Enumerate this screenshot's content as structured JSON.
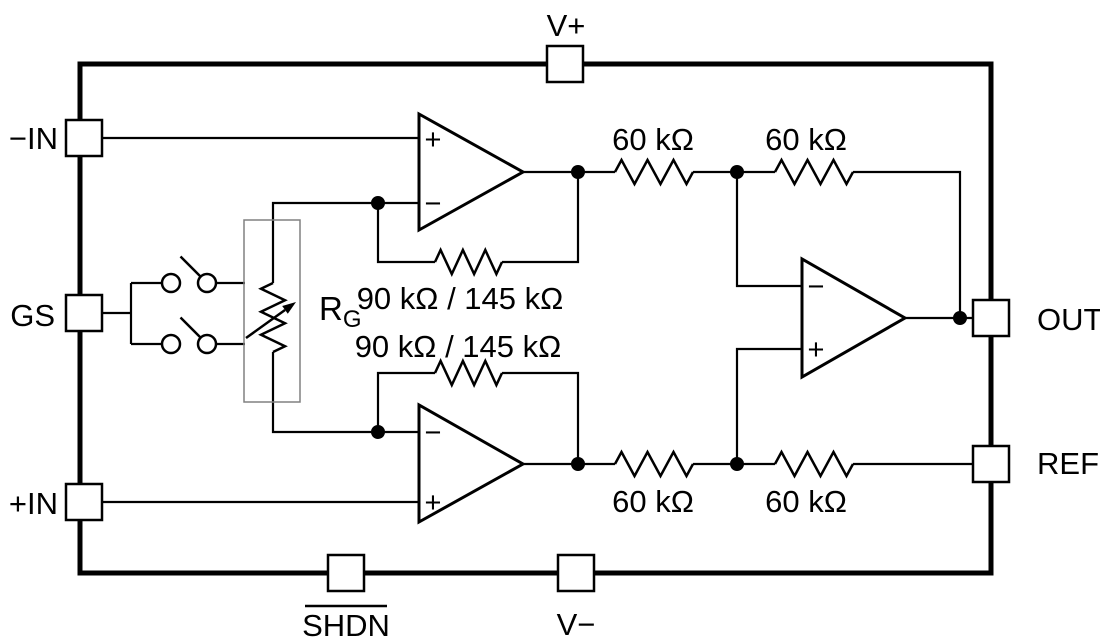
{
  "diagram": {
    "description": "Instrumentation amplifier internal block diagram with three op amps, gain-select switches and RG network",
    "pins": {
      "vplus": "V+",
      "neg_in": "−IN",
      "gs": "GS",
      "pos_in": "+IN",
      "shdn": "SHDN",
      "vminus": "V−",
      "out": "OUT",
      "ref": "REF"
    },
    "resistors": {
      "r60_top_1": "60 kΩ",
      "r60_top_2": "60 kΩ",
      "r60_bottom_1": "60 kΩ",
      "r60_bottom_2": "60 kΩ",
      "rfb_top": "90 kΩ / 145 kΩ",
      "rfb_bottom": "90 kΩ / 145 kΩ",
      "rg_symbol": "R",
      "rg_subscript": "G"
    },
    "opamps": {
      "a1_top_sign": "+",
      "a1_bottom_sign": "−",
      "a2_top_sign": "−",
      "a2_bottom_sign": "+",
      "a3_top_sign": "−",
      "a3_bottom_sign": "+"
    },
    "colors": {
      "line": "#000000",
      "background": "#ffffff",
      "rg_box_stroke": "#808080"
    }
  }
}
